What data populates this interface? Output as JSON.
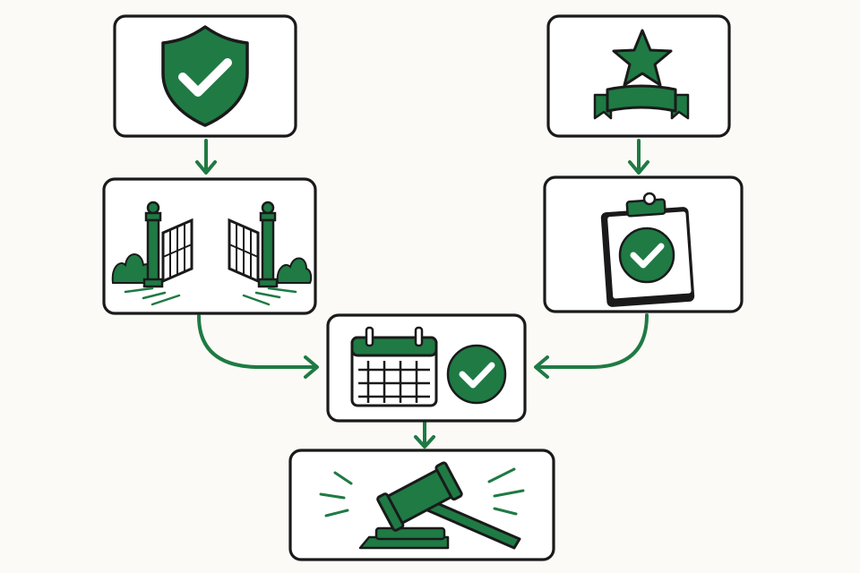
{
  "diagram": {
    "nodes": [
      {
        "id": "shield",
        "icon": "shield-check-icon"
      },
      {
        "id": "gates",
        "icon": "open-gates-icon"
      },
      {
        "id": "award",
        "icon": "star-ribbon-icon"
      },
      {
        "id": "clipboard",
        "icon": "clipboard-check-icon"
      },
      {
        "id": "calendar",
        "icon": "calendar-check-icon"
      },
      {
        "id": "gavel",
        "icon": "gavel-icon"
      }
    ],
    "edges": [
      {
        "from": "shield",
        "to": "gates"
      },
      {
        "from": "award",
        "to": "clipboard"
      },
      {
        "from": "gates",
        "to": "calendar"
      },
      {
        "from": "clipboard",
        "to": "calendar"
      },
      {
        "from": "calendar",
        "to": "gavel"
      }
    ]
  },
  "colors": {
    "accent": "#1f7a44",
    "ink": "#1a1a1a",
    "box_fill": "#ffffff",
    "background": "#fbfaf6"
  }
}
